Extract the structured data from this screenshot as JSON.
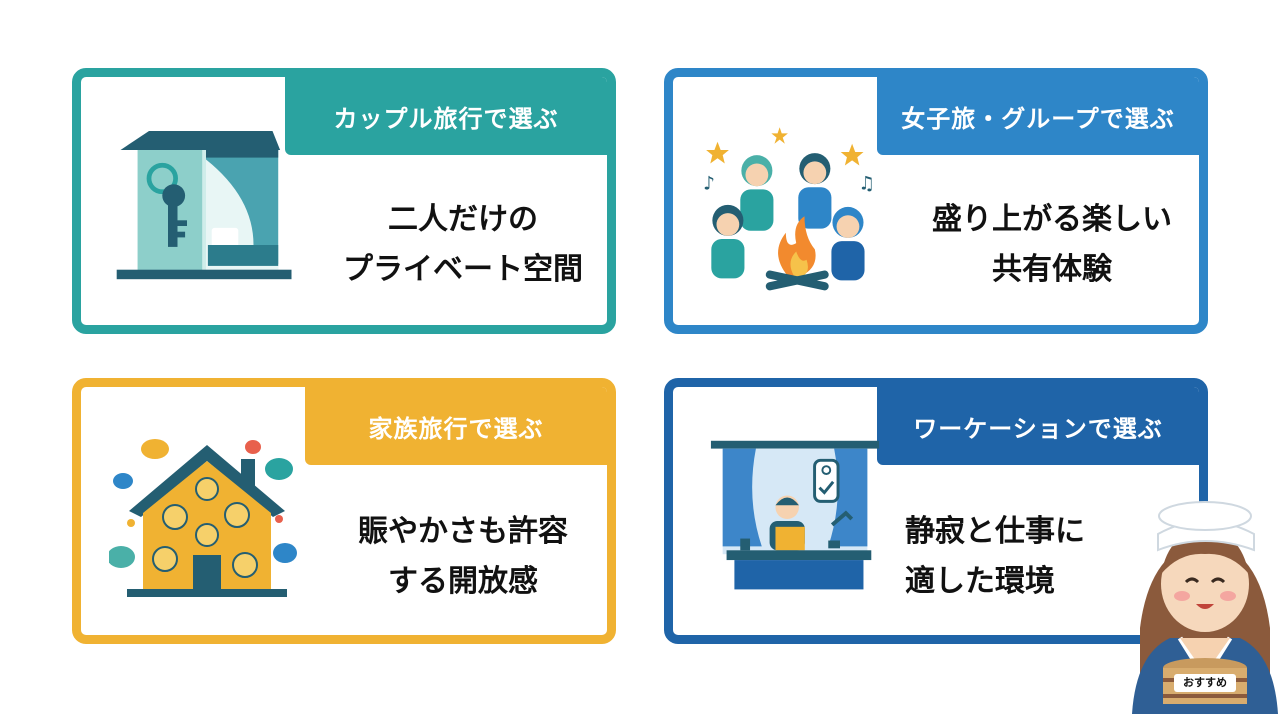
{
  "colors": {
    "couple": "#2AA3A0",
    "group": "#2E86C8",
    "family": "#F0B232",
    "work": "#1F64A8"
  },
  "cards": {
    "couple": {
      "tab_label": "カップル旅行で選ぶ",
      "line1": "二人だけの",
      "line2": "プライベート空間",
      "icon": "private-room-key-icon"
    },
    "group": {
      "tab_label": "女子旅・グループで選ぶ",
      "line1": "盛り上がる楽しい",
      "line2": "共有体験",
      "icon": "friends-campfire-icon"
    },
    "family": {
      "tab_label": "家族旅行で選ぶ",
      "line1": "賑やかさも許容",
      "line2": "する開放感",
      "icon": "family-house-icon"
    },
    "work": {
      "tab_label": "ワーケーションで選ぶ",
      "line1": "静寂と仕事に",
      "line2": "適した環境",
      "icon": "remote-work-desk-icon"
    }
  },
  "mascot": {
    "bucket_label": "おすすめ",
    "icon": "onsen-guide-mascot-icon"
  }
}
